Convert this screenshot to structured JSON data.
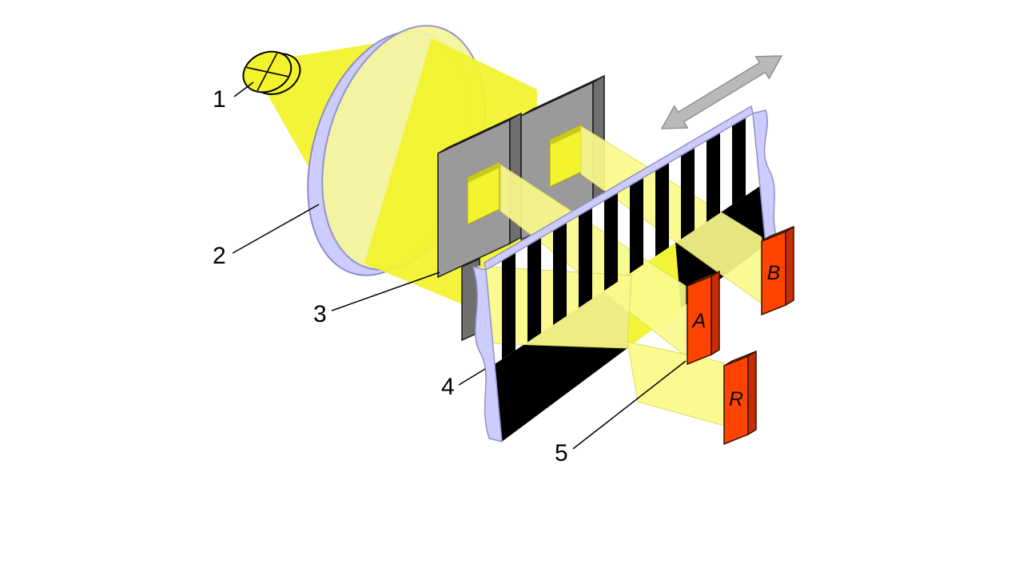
{
  "diagram": {
    "callouts": {
      "c1": "1",
      "c2": "2",
      "c3": "3",
      "c4": "4",
      "c5": "5"
    },
    "detectors": {
      "a": "A",
      "b": "B",
      "r": "R"
    },
    "colors": {
      "light_bright": "#F2F22D",
      "beam": "#FAFA8C",
      "lens_glass": "#F6F69A",
      "lens_rim": "#CCCCFF",
      "scale_edge": "#CCCCFF",
      "stripe_black": "#000000",
      "mask_front": "#9A9A9A",
      "mask_top": "#C4C4C4",
      "mask_side": "#6F6F6F",
      "detector_front": "#FF4300",
      "detector_top": "#FF8A58",
      "detector_side": "#C62D00",
      "arrow_gray": "#B9B9B9"
    }
  }
}
